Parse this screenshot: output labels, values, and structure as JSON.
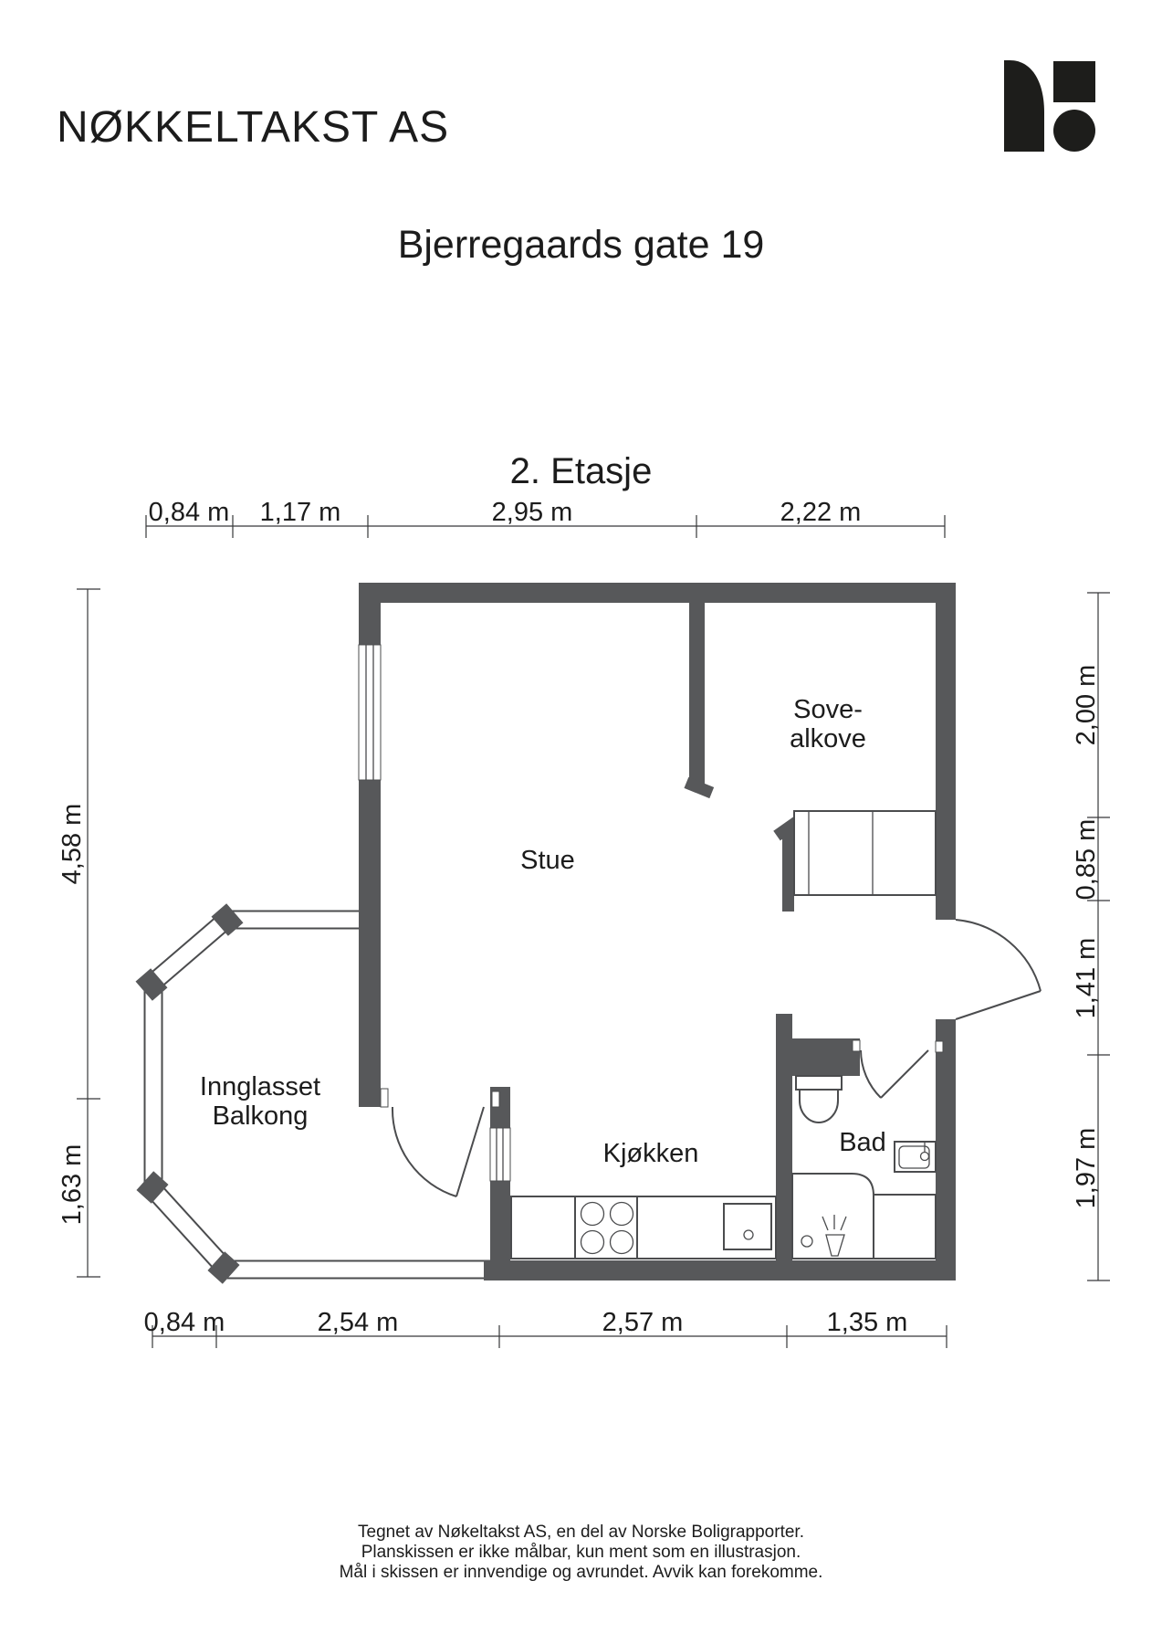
{
  "company": "NØKKELTAKST AS",
  "address": "Bjerregaards gate 19",
  "floor_title": "2. Etasje",
  "icons": {
    "logo": "norske-boligrapporter-mark"
  },
  "rooms": {
    "stue": "Stue",
    "sove_line1": "Sove-",
    "sove_line2": "alkove",
    "balkong_line1": "Innglasset",
    "balkong_line2": "Balkong",
    "kjokken": "Kjøkken",
    "bad": "Bad"
  },
  "dimensions": {
    "top": [
      "0,84 m",
      "1,17 m",
      "2,95 m",
      "2,22 m"
    ],
    "bottom": [
      "0,84 m",
      "2,54 m",
      "2,57 m",
      "1,35 m"
    ],
    "left": [
      "4,58 m",
      "1,63 m"
    ],
    "right": [
      "2,00 m",
      "0,85 m",
      "1,41 m",
      "1,97 m"
    ]
  },
  "footer": {
    "line1": "Tegnet av Nøkeltakst AS, en del av Norske Boligrapporter.",
    "line2": "Planskissen er ikke målbar, kun ment som en illustrasjon.",
    "line3": "Mål i skissen er innvendige og avrundet. Avvik kan forekomme."
  },
  "colors": {
    "wall": "#57585a",
    "outline": "#4b4c4e",
    "dimension_line": "#37383a",
    "text": "#1c1c1c",
    "logo": "#1d1d1b"
  }
}
